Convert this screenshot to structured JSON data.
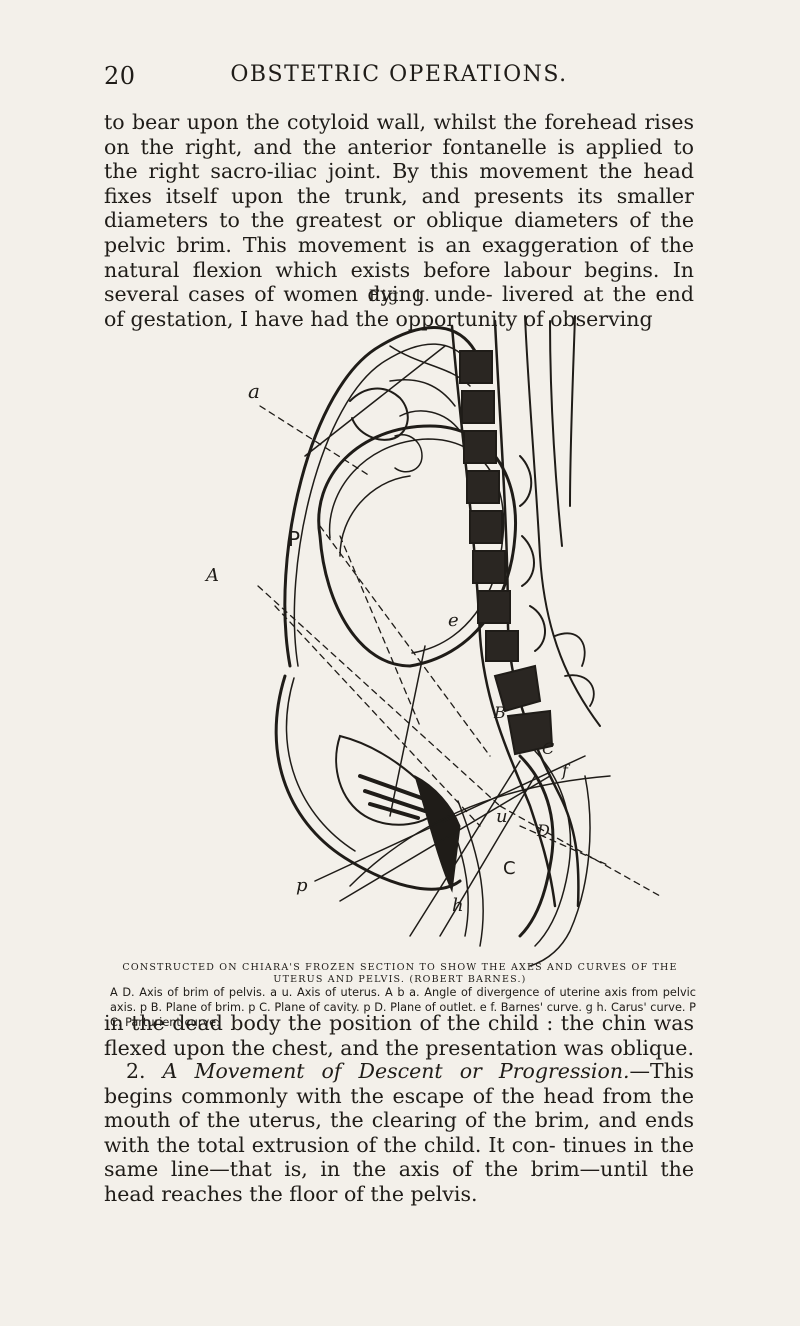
{
  "header": {
    "page_number": "20",
    "running_head": "OBSTETRIC OPERATIONS."
  },
  "paragraphs": {
    "p1": "to bear upon the cotyloid wall, whilst the forehead rises on the right, and the anterior fontanelle is applied to the right sacro-iliac joint. By this movement the head fixes itself upon the trunk, and presents its smaller diameters to the greatest or oblique diameters of the pelvic brim. This movement is an exaggeration of the natural flexion which exists before labour begins. In several cases of women dying unde- livered at the end of gestation, I have had the opportunity of observing",
    "p2": "in the dead body the position of the child : the chin was flexed upon the chest, and the presentation was oblique.",
    "p3_number": "2. ",
    "p3_heading": "A Movement of Descent or Progression.",
    "p3_text": "—This begins commonly with the escape of the head from the mouth of the uterus, the clearing of the brim, and ends with the total extrusion of the child. It con- tinues in the same line—that is, in the axis of the brim—until the head reaches the floor of the pelvis."
  },
  "figure": {
    "label": "Fig. 1.",
    "letters": {
      "a": "a",
      "A": "A",
      "P": "P",
      "e": "e",
      "B": "B",
      "C_upper": "C",
      "f": "f",
      "u": "u",
      "D": "D",
      "C_lower": "C",
      "p": "p",
      "h": "h"
    },
    "caption_head": "Constructed on Chiara's frozen section to show the axes and curves of the uterus and pelvis. (Robert Barnes.)",
    "caption_body": "A D. Axis of brim of pelvis. a u. Axis of uterus. A b a. Angle of divergence of uterine axis from pelvic axis. p B. Plane of brim. p C. Plane of cavity. p D. Plane of outlet. e f. Barnes' curve. g h. Carus' curve. P C. Parturient curve."
  }
}
